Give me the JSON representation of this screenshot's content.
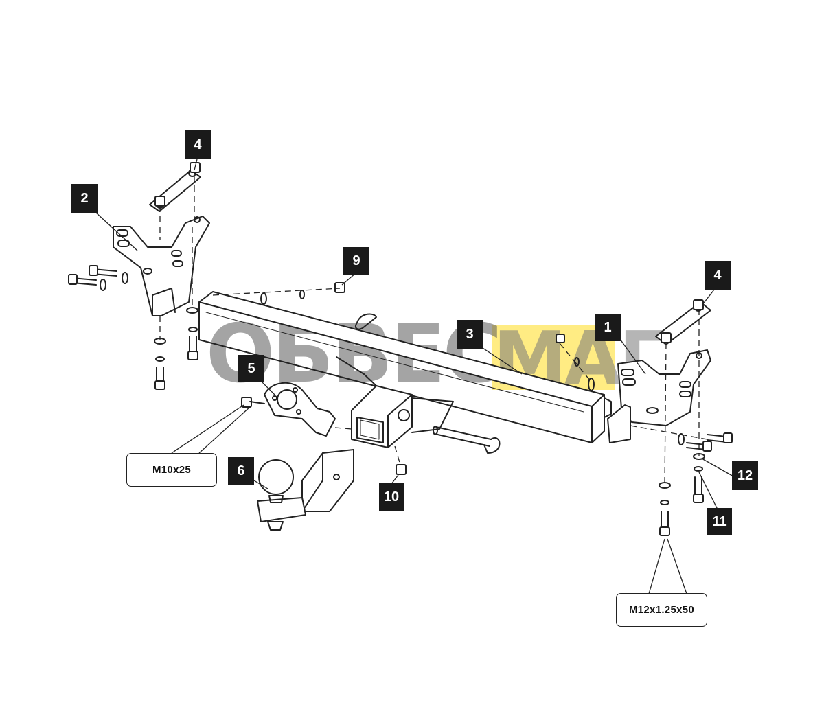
{
  "callouts": {
    "c1": "1",
    "c2": "2",
    "c3": "3",
    "c4_left": "4",
    "c4_right": "4",
    "c5": "5",
    "c6": "6",
    "c9": "9",
    "c10": "10",
    "c11": "11",
    "c12": "12"
  },
  "specs": {
    "bolt_m10": "M10x25",
    "bolt_m12": "M12x1.25x50"
  },
  "watermark": {
    "part_a": "ОБВЕС",
    "part_b": "МАГ"
  },
  "colors": {
    "callout_bg": "#1a1a1a",
    "line": "#222222",
    "watermark_gray": "#6e6e6e",
    "watermark_yellow": "#ffe65a"
  }
}
